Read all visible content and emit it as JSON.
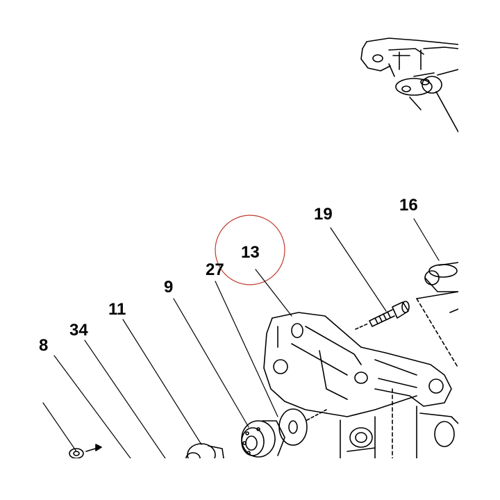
{
  "diagram": {
    "part_labels": {
      "p8": "8",
      "p34": "34",
      "p11": "11",
      "p9": "9",
      "p27": "27",
      "p13": "13",
      "p19": "19",
      "p16": "16"
    },
    "highlighted_part": "13",
    "colors": {
      "ink": "#000000",
      "highlight_circle": "#c0392b",
      "background": "#ffffff"
    }
  }
}
